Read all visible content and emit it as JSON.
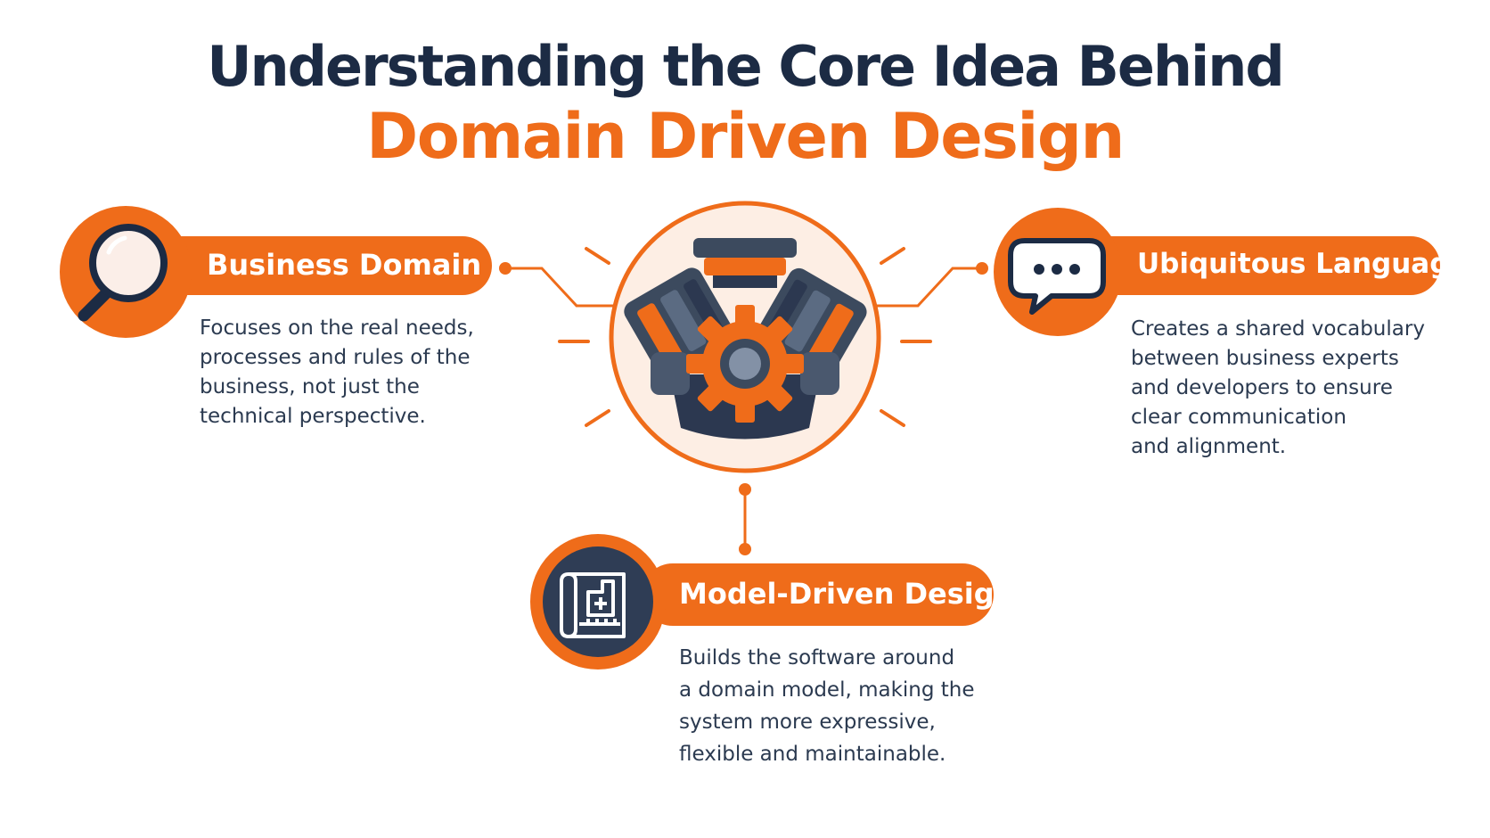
{
  "title": {
    "line1": "Understanding the Core Idea Behind",
    "line2": "Domain Driven Design"
  },
  "colors": {
    "accent": "#ef6c1a",
    "navy": "#1c2b44",
    "slate": "#3c4a5e",
    "text": "#2b3a50"
  },
  "center": {
    "icon": "engine-gear-icon"
  },
  "nodes": {
    "business_domain": {
      "label": "Business Domain",
      "icon": "magnifier-icon",
      "desc": [
        "Focuses on the real needs,",
        "processes and rules of the",
        "business, not just the",
        "technical perspective."
      ]
    },
    "ubiquitous_language": {
      "label": "Ubiquitous Language",
      "icon": "speech-bubble-icon",
      "desc": [
        "Creates a shared vocabulary",
        "between business experts",
        "and developers to ensure",
        "clear communication",
        "and alignment."
      ]
    },
    "model_driven_design": {
      "label": "Model-Driven Design",
      "icon": "blueprint-icon",
      "desc": [
        "Builds the software around",
        "a domain model, making the",
        "system more expressive,",
        "flexible and maintainable."
      ]
    }
  }
}
